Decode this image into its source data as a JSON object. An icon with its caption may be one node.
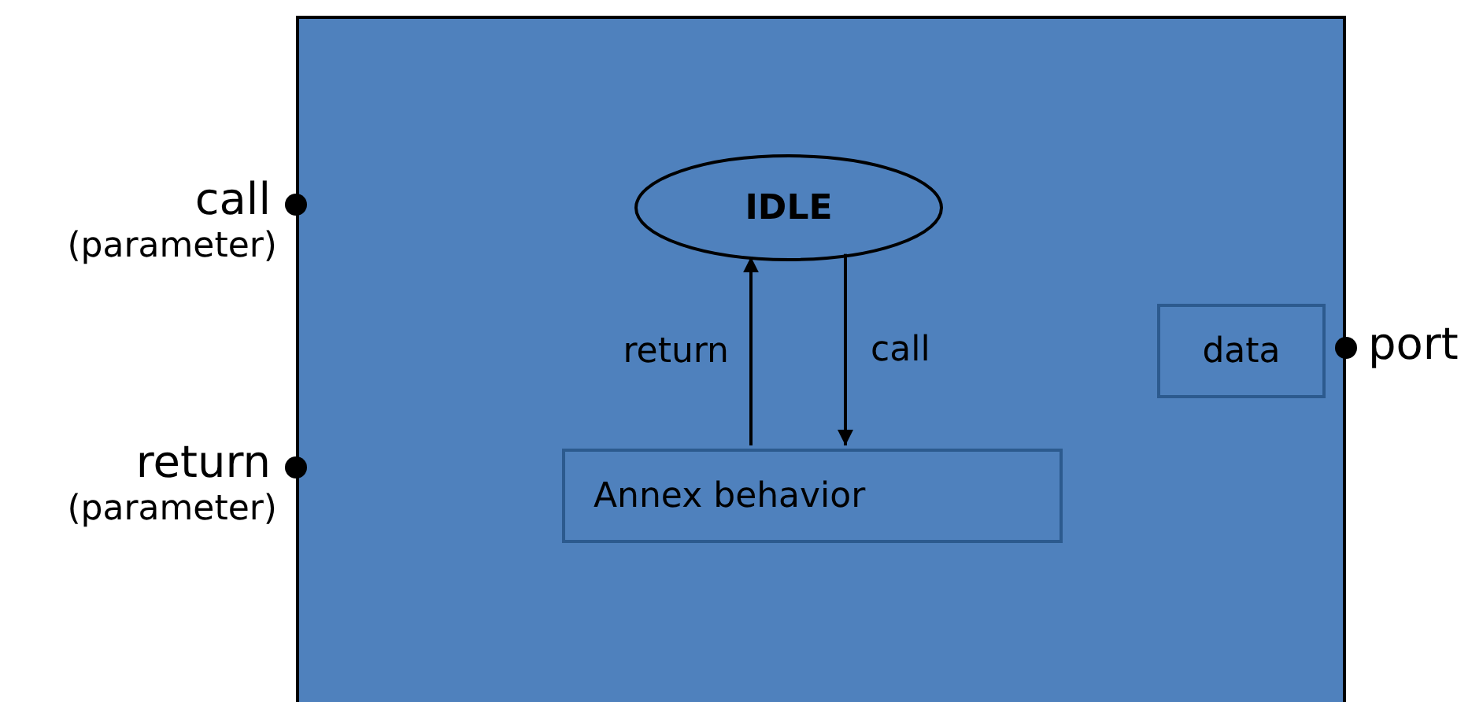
{
  "diagram": {
    "nodes": [
      {
        "text": [],
        "shape": "box"
      },
      {
        "text": [
          "IDLE"
        ],
        "in": 0
      },
      {
        "text": [
          "Annex behavior"
        ],
        "in": 0
      },
      {
        "text": [
          "data"
        ],
        "in": 0
      }
    ],
    "edges": [
      {
        "from": 2,
        "to": 1,
        "arrow": "to",
        "label": "return"
      },
      {
        "from": 1,
        "to": 2,
        "arrow": "to",
        "label": "call"
      }
    ],
    "labels": [
      "call",
      "(parameter)",
      "return",
      "(parameter)",
      "port"
    ]
  }
}
